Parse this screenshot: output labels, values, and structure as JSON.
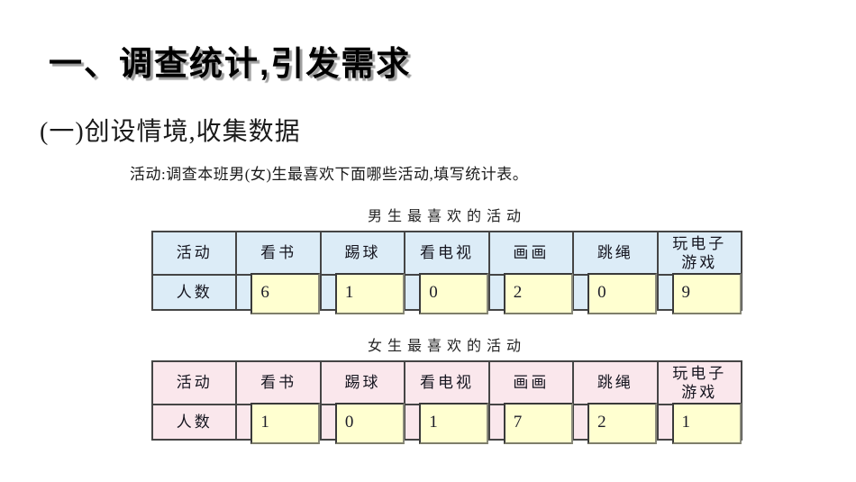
{
  "page": {
    "title": "一、调查统计,引发需求",
    "subtitle": "(一)创设情境,收集数据",
    "activity_note": "活动:调查本班男(女)生最喜欢下面哪些活动,填写统计表。"
  },
  "tables": [
    {
      "caption": "男生最喜欢的活动",
      "row_header": "活动",
      "count_label": "人数",
      "columns": [
        "看书",
        "踢球",
        "看电视",
        "画画",
        "跳绳",
        "玩电子\n游戏"
      ],
      "values": [
        6,
        1,
        0,
        2,
        0,
        9
      ],
      "theme_color": "#dcecf7"
    },
    {
      "caption": "女生最喜欢的活动",
      "row_header": "活动",
      "count_label": "人数",
      "columns": [
        "看书",
        "踢球",
        "看电视",
        "画画",
        "跳绳",
        "玩电子\n游戏"
      ],
      "values": [
        1,
        0,
        1,
        7,
        2,
        1
      ],
      "theme_color": "#fae7ec"
    }
  ],
  "colors": {
    "input_box_bg": "#ffffd0",
    "table_border": "#454545",
    "title_shadow": "#9e9e9e",
    "background": "#ffffff"
  },
  "chart_data": [
    {
      "type": "table",
      "title": "男生最喜欢的活动",
      "categories": [
        "看书",
        "踢球",
        "看电视",
        "画画",
        "跳绳",
        "玩电子游戏"
      ],
      "values": [
        6,
        1,
        0,
        2,
        0,
        9
      ],
      "ylabel": "人数"
    },
    {
      "type": "table",
      "title": "女生最喜欢的活动",
      "categories": [
        "看书",
        "踢球",
        "看电视",
        "画画",
        "跳绳",
        "玩电子游戏"
      ],
      "values": [
        1,
        0,
        1,
        7,
        2,
        1
      ],
      "ylabel": "人数"
    }
  ]
}
